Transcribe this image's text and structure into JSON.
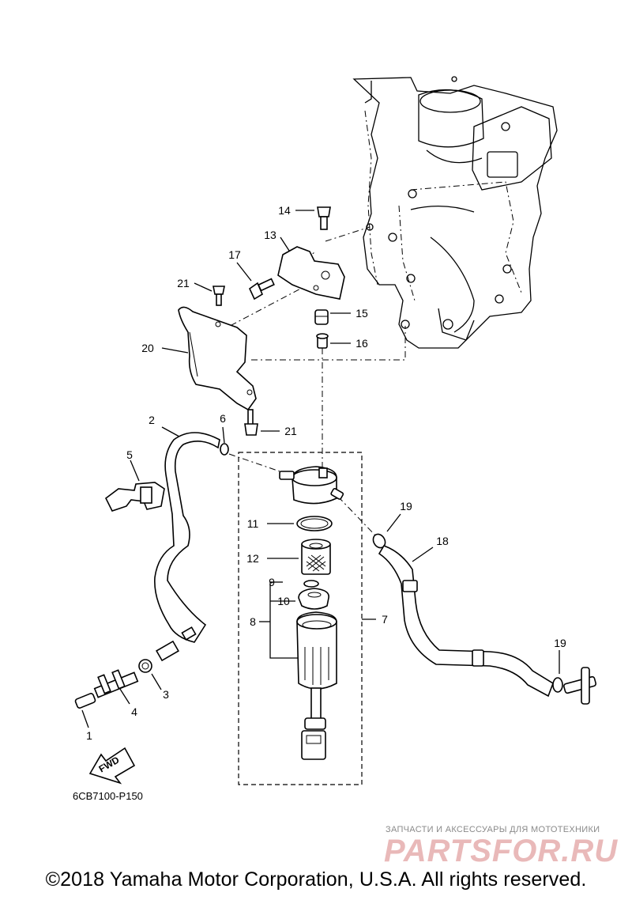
{
  "diagram": {
    "drawing_code": "6CB7100-P150",
    "fwd_label": "FWD",
    "callouts": [
      "1",
      "2",
      "3",
      "4",
      "5",
      "6",
      "7",
      "8",
      "9",
      "10",
      "11",
      "12",
      "13",
      "14",
      "15",
      "16",
      "17",
      "18",
      "19",
      "19",
      "20",
      "21",
      "21"
    ]
  },
  "footer": {
    "copyright": "©2018 Yamaha Motor Corporation, U.S.A. All rights reserved."
  },
  "watermark": {
    "tagline": "ЗАПЧАСТИ И АКСЕССУАРЫ ДЛЯ МОТОТЕХНИКИ",
    "logo": "PARTSFOR.RU"
  }
}
